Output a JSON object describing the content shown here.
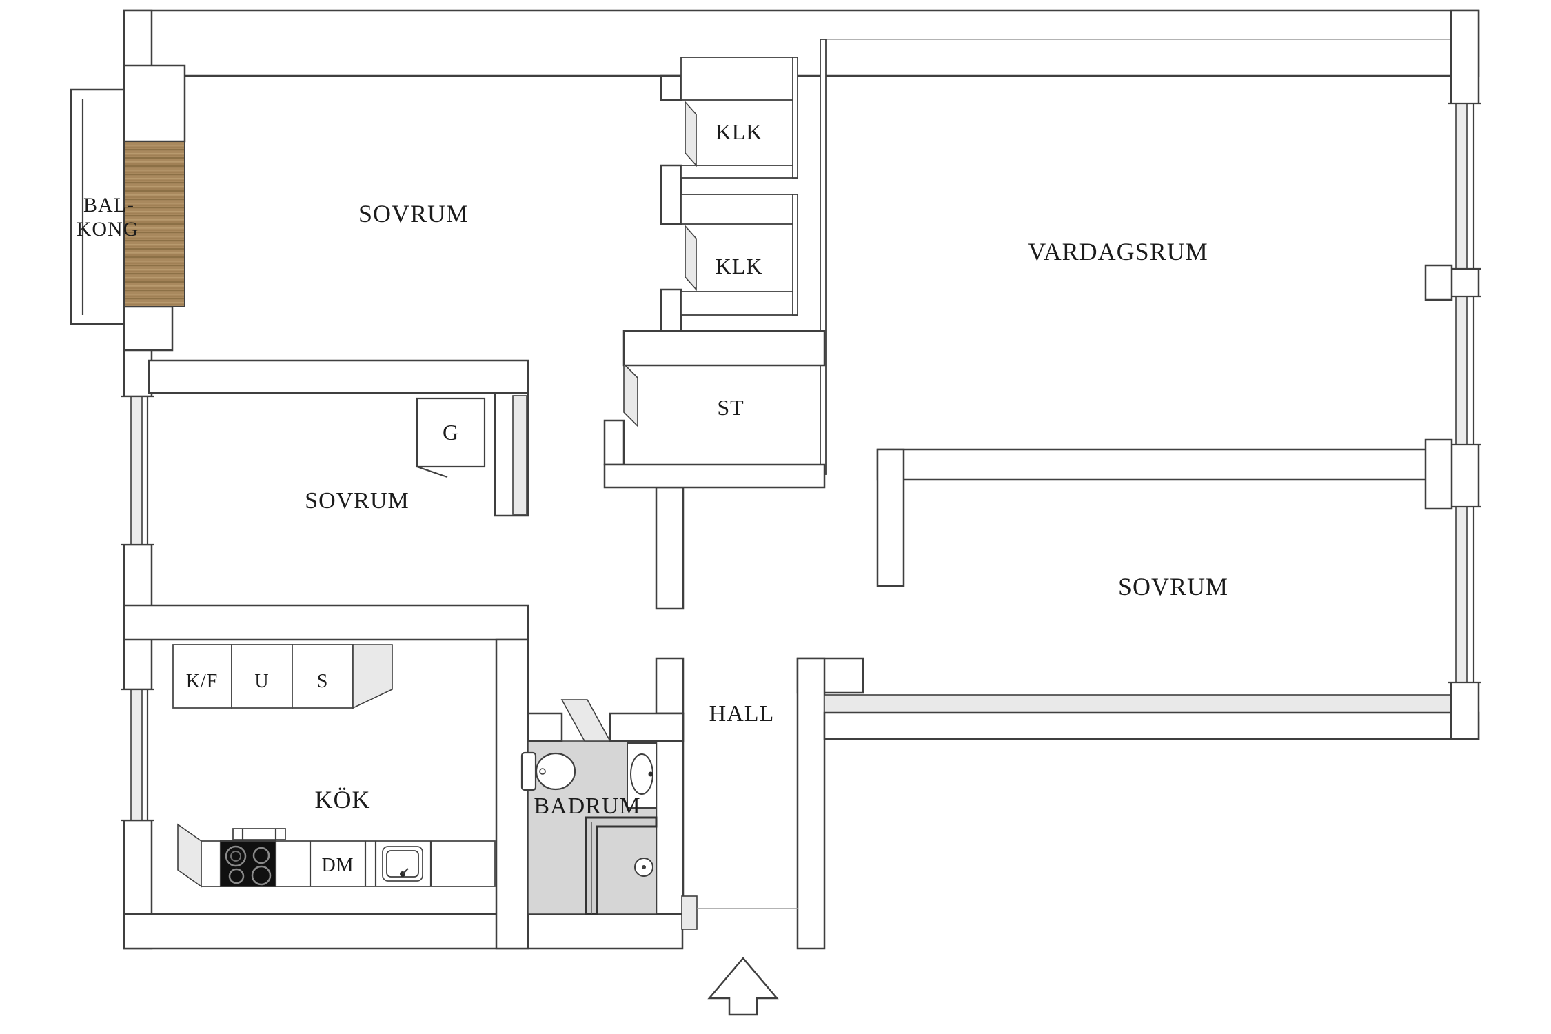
{
  "plan": {
    "type": "apartment-floor-plan",
    "rooms": {
      "sovrum_top": {
        "label": "SOVRUM"
      },
      "sovrum_mid": {
        "label": "SOVRUM"
      },
      "sovrum_right": {
        "label": "SOVRUM"
      },
      "vardagsrum": {
        "label": "VARDAGSRUM"
      },
      "kok": {
        "label": "KÖK"
      },
      "badrum": {
        "label": "BADRUM"
      },
      "hall": {
        "label": "HALL"
      },
      "balkong": {
        "line1": "BAL-",
        "line2": "KONG"
      }
    },
    "closets": {
      "klk1": {
        "label": "KLK"
      },
      "klk2": {
        "label": "KLK"
      },
      "st": {
        "label": "ST"
      },
      "g": {
        "label": "G"
      }
    },
    "kitchen_units": {
      "kf": {
        "label": "K/F"
      },
      "u": {
        "label": "U"
      },
      "s": {
        "label": "S"
      },
      "dm": {
        "label": "DM"
      }
    },
    "fixtures": [
      "stove-icon",
      "kitchen-sink-icon",
      "toilet-icon",
      "washbasin-icon",
      "shower-icon",
      "entrance-arrow-icon",
      "window-icon",
      "wood-deck"
    ],
    "colors": {
      "wall_outline": "#3f3f3f",
      "wall_fill": "#ffffff",
      "face_gray": "#e9e9e9",
      "bath_floor": "#d6d6d6",
      "wood_base": "#a9895e",
      "wood_stripe": "#8c7046",
      "stove_black": "#101010"
    }
  }
}
